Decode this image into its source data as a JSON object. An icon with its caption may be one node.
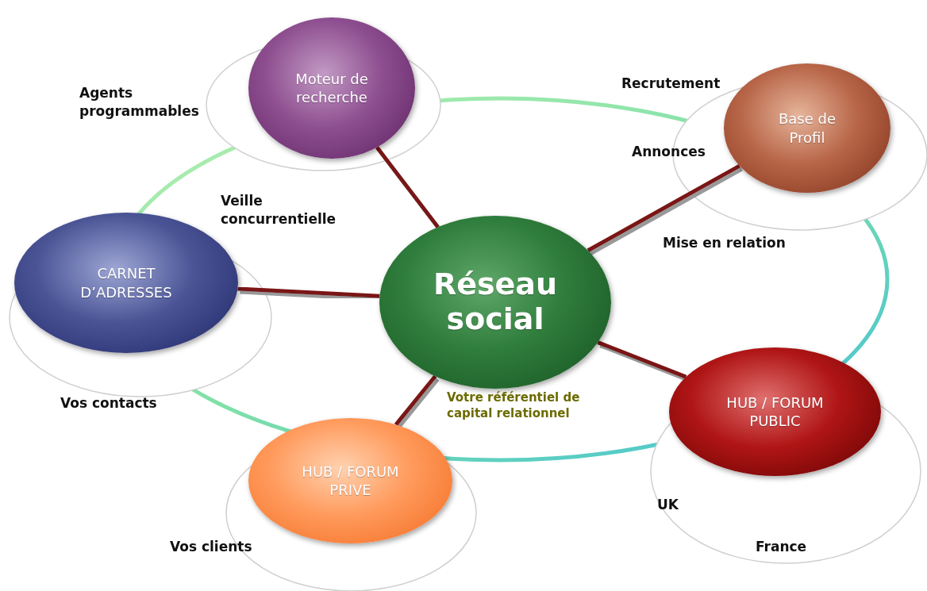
{
  "diagram": {
    "nodes": [
      {
        "text": [
          "Réseau social"
        ],
        "beside": [
          "Votre référentiel de capital relationnel"
        ]
      },
      {
        "text": [
          "Moteur de recherche"
        ]
      },
      {
        "text": [
          "Base de Profil"
        ]
      },
      {
        "text": [
          "CARNET D’ADRESSES"
        ]
      },
      {
        "text": [
          "HUB / FORUM PRIVE"
        ]
      },
      {
        "text": [
          "HUB / FORUM PUBLIC"
        ]
      }
    ],
    "edges": [
      {
        "from": 0,
        "to": 1,
        "arrow": "none"
      },
      {
        "from": 0,
        "to": 2,
        "arrow": "none"
      },
      {
        "from": 0,
        "to": 3,
        "arrow": "none"
      },
      {
        "from": 0,
        "to": 4,
        "arrow": "none"
      },
      {
        "from": 0,
        "to": 5,
        "arrow": "none"
      }
    ],
    "labels": [
      "Agents programmables",
      "Recrutement",
      "Annonces",
      "Veille concurrentielle",
      "Mise en relation",
      "Vos contacts",
      "UK",
      "Vos clients",
      "France"
    ]
  }
}
